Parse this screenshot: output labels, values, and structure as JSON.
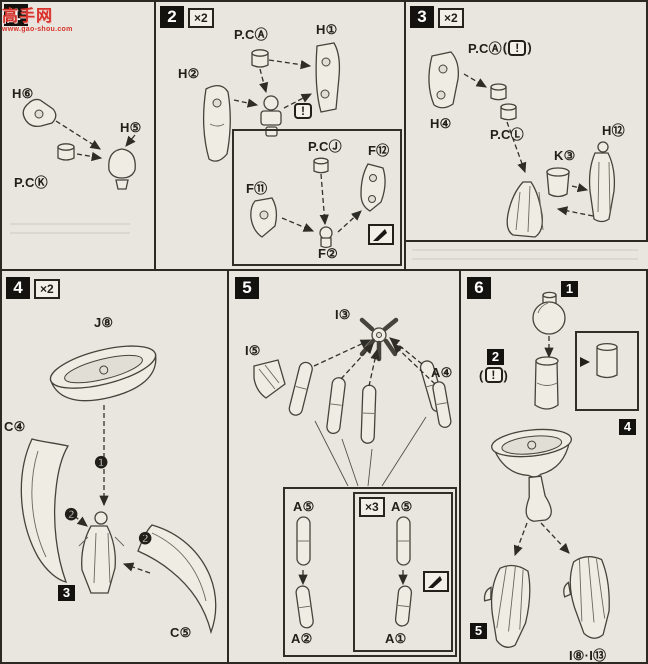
{
  "punct": {
    "open": "(",
    "close": ")"
  },
  "icons": {
    "caution": "!"
  },
  "watermark": {
    "logo_text": "高手网",
    "url": "www.gao-shou.com"
  },
  "steps": {
    "s1": {
      "num": "1",
      "labels": {
        "h6": "H⑥",
        "h5": "H⑤",
        "pck": "P.CⓀ"
      }
    },
    "s2": {
      "num": "2",
      "mult": "×2",
      "labels": {
        "pca": "P.CⒶ",
        "h1": "H①",
        "h2": "H②",
        "pcj": "P.CⒿ",
        "f12": "F⑫",
        "f11": "F⑪",
        "f2": "F②"
      }
    },
    "s3": {
      "num": "3",
      "mult": "×2",
      "labels": {
        "pca": "P.CⒶ",
        "h4": "H④",
        "pcl": "P.CⓁ",
        "k3": "K③",
        "h12": "H⑫"
      }
    },
    "s4": {
      "num": "4",
      "mult": "×2",
      "labels": {
        "j8": "J⑧",
        "c4": "C④",
        "c5": "C⑤"
      },
      "seq1": "❶",
      "seq2": "❷",
      "seq2b": "❷",
      "sq3": "3"
    },
    "s5": {
      "num": "5",
      "mult3": "×3",
      "labels": {
        "i3": "I③",
        "i5": "I⑤",
        "a4": "A④",
        "a5_left": "A⑤",
        "a2": "A②",
        "a5_right": "A⑤",
        "a1": "A①"
      }
    },
    "s6": {
      "num": "6",
      "squares": {
        "sq1": "1",
        "sq2": "2",
        "sq4": "4",
        "sq5": "5"
      },
      "labels": {
        "i8_i13": "I⑧·I⑬"
      }
    }
  }
}
